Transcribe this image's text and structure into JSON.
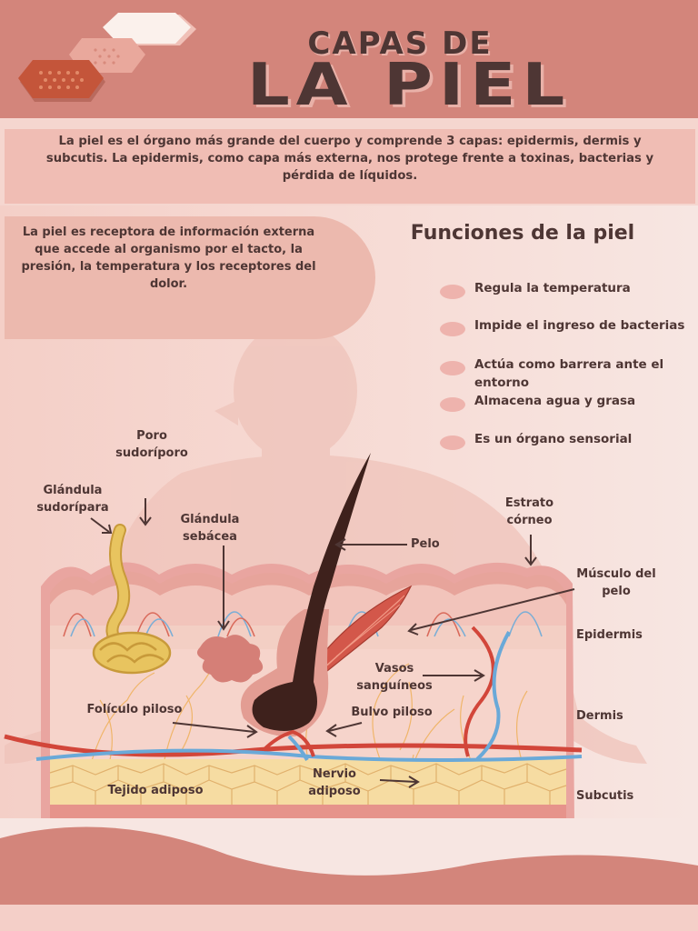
{
  "title": {
    "line1": "CAPAS DE",
    "line2": "LA PIEL"
  },
  "intro": "La piel es el órgano más grande del cuerpo y comprende 3 capas: epidermis, dermis y subcutis. La epidermis, como capa más externa, nos protege frente a toxinas, bacterias y pérdida de líquidos.",
  "receptor": "La piel es receptora de información externa que accede al organismo por el tacto, la presión, la temperatura y los receptores del dolor.",
  "functions": {
    "title": "Funciones de la piel",
    "items": [
      {
        "label": "Regula la temperatura"
      },
      {
        "label": "Impide el ingreso de bacterias"
      },
      {
        "label": "Actúa como barrera ante el entorno"
      },
      {
        "label": "Almacena agua y grasa"
      },
      {
        "label": "Es un órgano sensorial"
      }
    ]
  },
  "diagram": {
    "labels": {
      "poro": "Poro sudoríporo",
      "glandula_sudoripara": "Glándula sudorípara",
      "glandula_sebacea": "Glándula sebácea",
      "pelo": "Pelo",
      "estrato": "Estrato córneo",
      "musculo": "Músculo del pelo",
      "vasos": "Vasos sanguíneos",
      "foliculo": "Folículo piloso",
      "bulvo": "Bulvo piloso",
      "nervio": "Nervio adiposo",
      "tejido": "Tejido adiposo"
    },
    "layers": {
      "epidermis": "Epidermis",
      "dermis": "Dermis",
      "subcutis": "Subcutis"
    }
  },
  "colors": {
    "header": "#d3857b",
    "dark_text": "#4e3634",
    "intro_box": "#f0bdb4",
    "receptor_box": "#ecb9ae",
    "bullet": "#eeb3ad",
    "artery": "#d2463a",
    "vein": "#6aa9d8",
    "hair": "#3e211c",
    "gland": "#e8c45f",
    "fat": "#f6dca2"
  }
}
